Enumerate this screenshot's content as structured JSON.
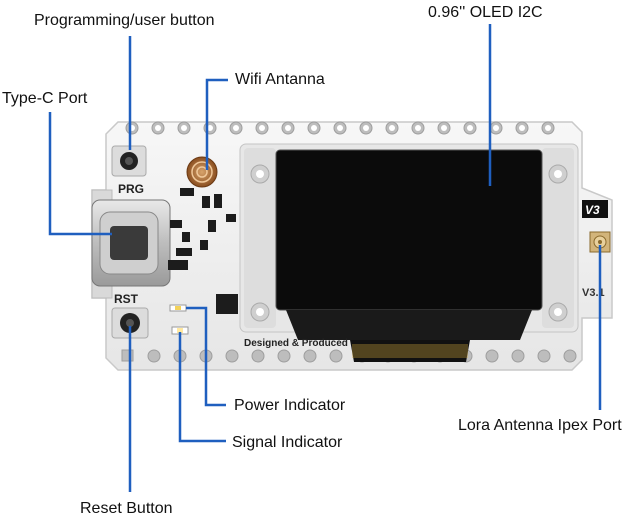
{
  "callouts": {
    "programming_button": "Programming/user button",
    "oled": "0.96'' OLED I2C",
    "wifi_antenna": "Wifi Antanna",
    "type_c": "Type-C Port",
    "power_indicator": "Power Indicator",
    "signal_indicator": "Signal Indicator",
    "reset_button": "Reset Button",
    "lora_port": "Lora Antenna Ipex Port"
  },
  "board": {
    "prg_label": "PRG",
    "rst_label": "RST",
    "version_badge": "V3",
    "version_text": "V3.1",
    "silkscreen": "Designed & Produced"
  },
  "colors": {
    "callout_line": "#1f5fbf",
    "board": "#f2f2f2",
    "screen": "#0b0b0b"
  }
}
